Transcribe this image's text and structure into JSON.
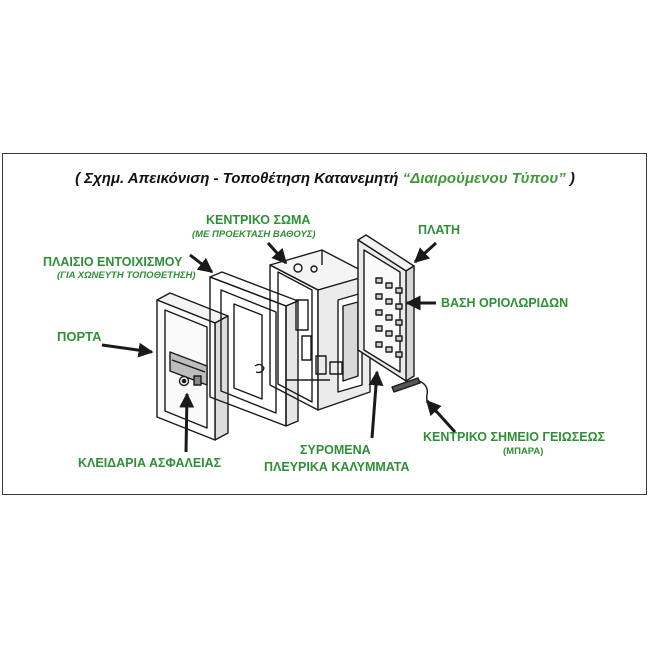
{
  "title": {
    "part1": "( Σχημ. Απεικόνιση - Τοποθέτηση  Κατανεμητή ",
    "quote": "“Διαιρούμενου Τύπου”",
    "part2": " )"
  },
  "labels": {
    "central_body": "ΚΕΝΤΡΙΚΟ ΣΩΜΑ",
    "central_body_sub": "(ΜΕ ΠΡΟΕΚΤΑΣΗ ΒΑΘΟΥΣ)",
    "plate": "ΠΛΑΤΗ",
    "frame": "ΠΛΑΙΣΙΟ ΕΝΤΟΙΧΙΣΜΟΥ",
    "frame_sub": "(ΓΙΑ ΧΩΝΕΥΤΗ ΤΟΠΟΘΕΤΗΣΗ)",
    "door": "ΠΟΡΤΑ",
    "terminal_base": "ΒΑΣΗ ΟΡΙΟΛΩΡΙΔΩΝ",
    "sliding_covers_1": "ΣΥΡΟΜΕΝΑ",
    "sliding_covers_2": "ΠΛΕΥΡΙΚΑ ΚΑΛΥΜΜΑΤΑ",
    "grounding": "ΚΕΝΤΡΙΚΟ ΣΗΜΕΙΟ ΓΕΙΩΣΕΩΣ",
    "grounding_sub": "(ΜΠΑΡΑ)",
    "lock": "ΚΛΕΙΔΑΡΙΑ ΑΣΦΑΛΕΙΑΣ"
  },
  "colors": {
    "label_green": "#2f8f36",
    "title_quote_green": "#3f9a3a",
    "drawing_ink": "#1a1a1a"
  }
}
